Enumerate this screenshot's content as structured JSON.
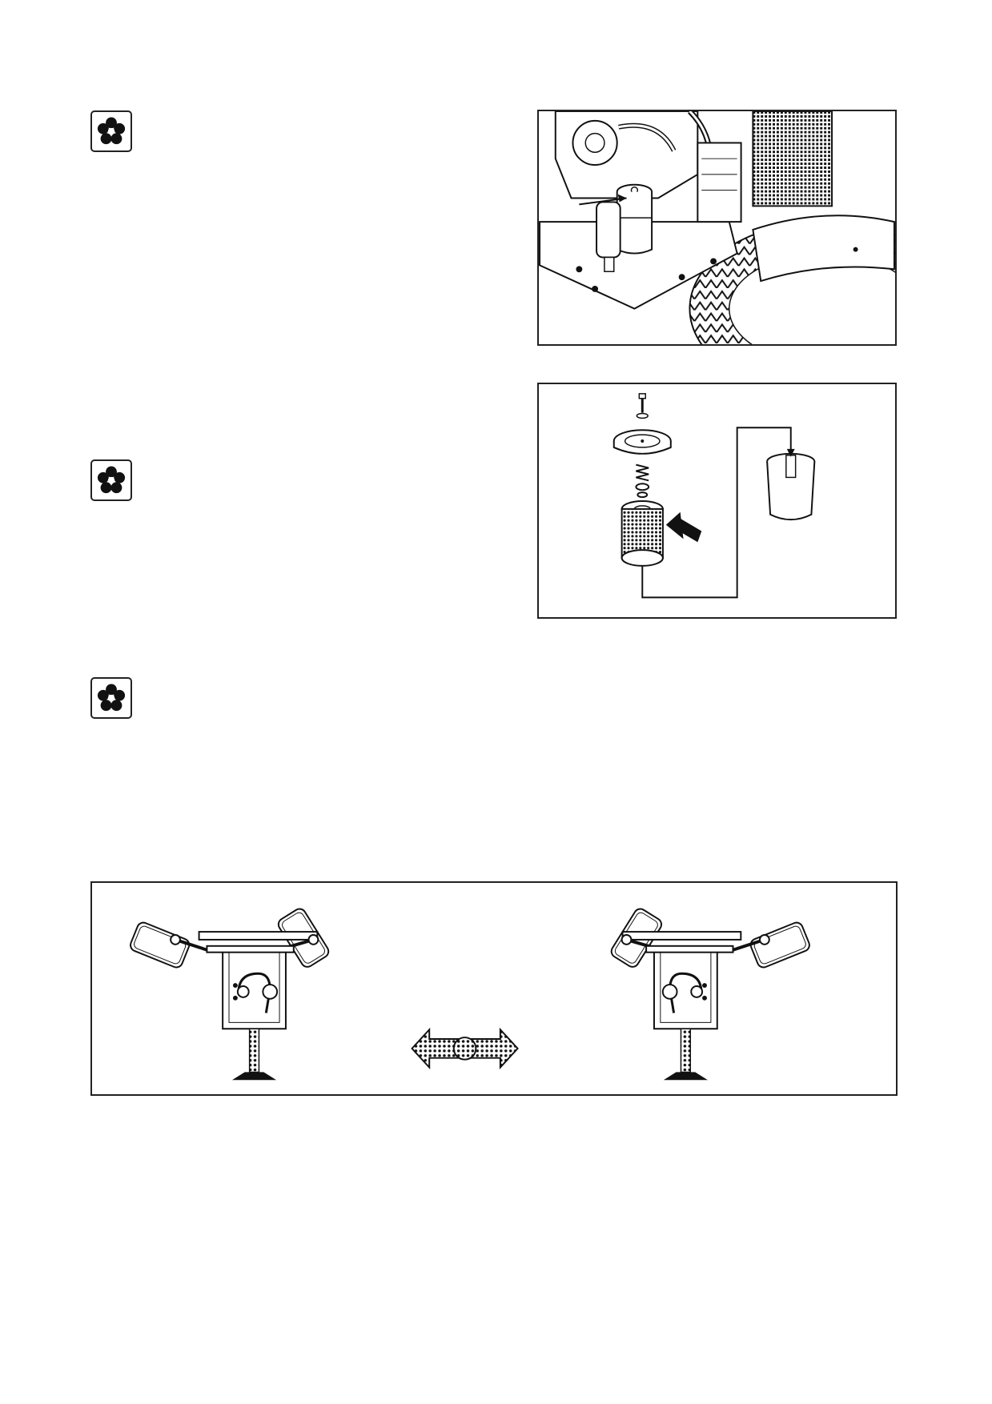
{
  "icons": [
    {
      "name": "maintenance-flower-icon"
    },
    {
      "name": "maintenance-flower-icon"
    },
    {
      "name": "maintenance-flower-icon"
    }
  ],
  "figures": [
    {
      "subject": "engine-compartment-fuel-filter"
    },
    {
      "subject": "fuel-filter-exploded-view"
    },
    {
      "subject": "steering-wheel-alignment"
    }
  ],
  "colors": {
    "ink": "#111111",
    "frame": "#222222",
    "paper": "#ffffff"
  }
}
